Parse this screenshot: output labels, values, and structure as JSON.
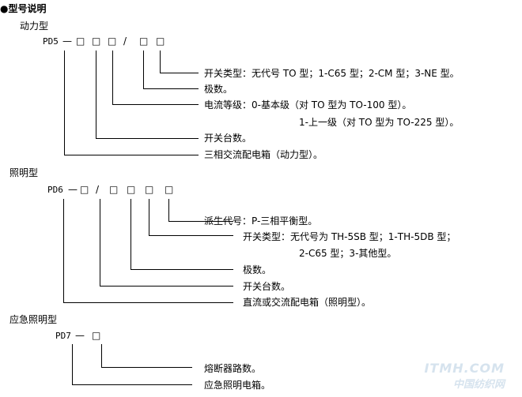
{
  "heading": "●型号说明",
  "power": {
    "title": "动力型",
    "code_prefix": "PD5",
    "dash": "—",
    "slash": "/",
    "box": "□",
    "desc": [
      "开关类型：无代号 TO 型；1-C65 型；2-CM 型；3-NE 型。",
      "极数。",
      "电流等级：0-基本级（对 TO 型为 TO-100 型）。",
      "1-上一级（对 TO 型为 TO-225 型）。",
      "开关台数。",
      "三相交流配电箱（动力型）。"
    ]
  },
  "lighting": {
    "title": "照明型",
    "code_prefix": "PD6",
    "desc": [
      "派生代号：P-三相平衡型。",
      "开关类型：无代号为 TH-5SB 型；1-TH-5DB 型；",
      "2-C65 型；3-其他型。",
      "极数。",
      "开关台数。",
      "直流或交流配电箱（照明型）。"
    ]
  },
  "emergency": {
    "title": "应急照明型",
    "code_prefix": "PD7",
    "desc": [
      "熔断器路数。",
      "应急照明电箱。"
    ]
  },
  "watermark": {
    "line1": "ITMH.COM",
    "line2": "中国纺织网"
  },
  "colors": {
    "text": "#000000",
    "line": "#000000",
    "watermark": "#d6e3ee"
  }
}
